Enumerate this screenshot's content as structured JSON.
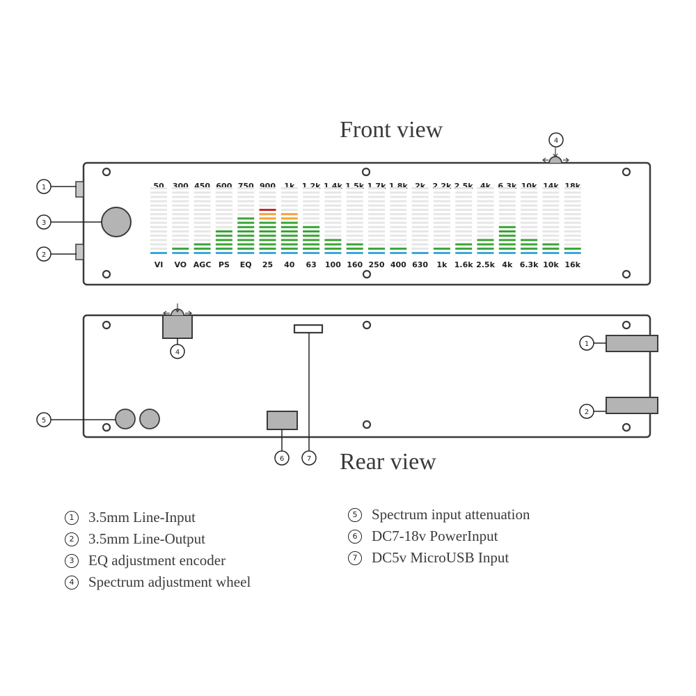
{
  "titles": {
    "front": "Front view",
    "rear": "Rear view"
  },
  "front_top_labels": [
    "50",
    "300",
    "450",
    "600",
    "750",
    "900",
    "1k",
    "1.2k",
    "1.4k",
    "1.5k",
    "1.7k",
    "1.8k",
    "2k",
    "2.2k",
    "2.5k",
    "4k",
    "6.3k",
    "10k",
    "14k",
    "18k"
  ],
  "front_bottom_labels": [
    "VI",
    "VO",
    "AGC",
    "PS",
    "EQ",
    "25",
    "40",
    "63",
    "100",
    "160",
    "250",
    "400",
    "630",
    "1k",
    "1.6k",
    "2.5k",
    "4k",
    "6.3k",
    "10k",
    "16k"
  ],
  "bar_levels": [
    0,
    1,
    2,
    5,
    8,
    10,
    9,
    6,
    3,
    2,
    1,
    1,
    0,
    1,
    2,
    3,
    6,
    3,
    2,
    1
  ],
  "bar_colors": {
    "green": "#3aa335",
    "orange": "#f2a33a",
    "red": "#c0282d",
    "base": "#3ba7dc",
    "empty": "#e6e6e6"
  },
  "callouts": {
    "c1": "1",
    "c2": "2",
    "c3": "3",
    "c4": "4",
    "c5": "5",
    "c6": "6",
    "c7": "7"
  },
  "legend_left": [
    {
      "num": "1",
      "text": "3.5mm Line-Input"
    },
    {
      "num": "2",
      "text": "3.5mm Line-Output"
    },
    {
      "num": "3",
      "text": "EQ adjustment encoder"
    },
    {
      "num": "4",
      "text": "Spectrum adjustment wheel"
    }
  ],
  "legend_right": [
    {
      "num": "5",
      "text": "Spectrum input attenuation"
    },
    {
      "num": "6",
      "text": "DC7-18v PowerInput"
    },
    {
      "num": "7",
      "text": "DC5v  MicroUSB Input"
    }
  ]
}
